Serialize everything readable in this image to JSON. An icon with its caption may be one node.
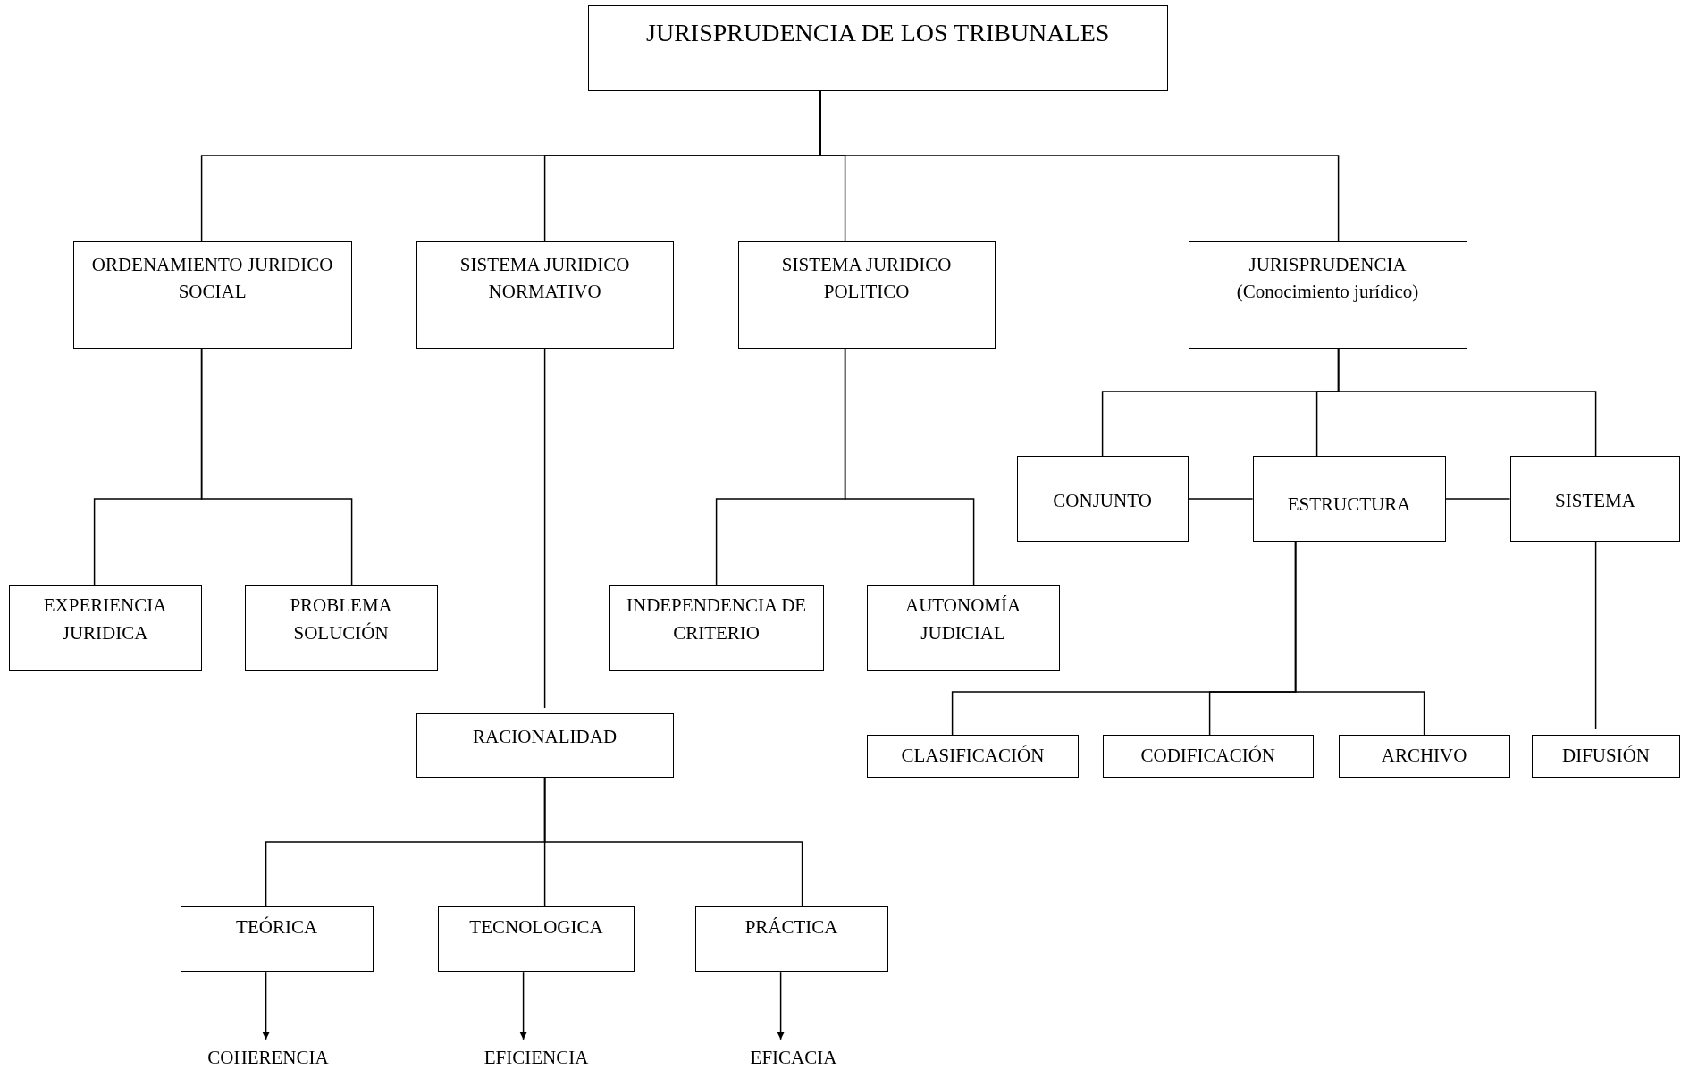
{
  "diagram": {
    "nodes": [
      {
        "text": [
          "JURISPRUDENCIA DE LOS TRIBUNALES"
        ]
      },
      {
        "text": [
          "ORDENAMIENTO JURIDICO SOCIAL"
        ]
      },
      {
        "text": [
          "SISTEMA JURIDICO NORMATIVO"
        ]
      },
      {
        "text": [
          "SISTEMA JURIDICO POLITICO"
        ]
      },
      {
        "text": [
          "JURISPRUDENCIA",
          "(Conocimiento jurídico)"
        ]
      },
      {
        "text": [
          "EXPERIENCIA JURIDICA"
        ]
      },
      {
        "text": [
          "PROBLEMA SOLUCIÓN"
        ]
      },
      {
        "text": [
          "INDEPENDENCIA DE CRITERIO"
        ]
      },
      {
        "text": [
          "AUTONOMÍA JUDICIAL"
        ]
      },
      {
        "text": [
          "RACIONALIDAD"
        ]
      },
      {
        "text": [
          "CONJUNTO"
        ]
      },
      {
        "text": [
          "ESTRUCTURA"
        ]
      },
      {
        "text": [
          "SISTEMA"
        ]
      },
      {
        "text": [
          "CLASIFICACIÓN"
        ]
      },
      {
        "text": [
          "CODIFICACIÓN"
        ]
      },
      {
        "text": [
          "ARCHIVO"
        ]
      },
      {
        "text": [
          "DIFUSIÓN"
        ]
      },
      {
        "text": [
          "TEÓRICA"
        ]
      },
      {
        "text": [
          "TECNOLOGICA"
        ]
      },
      {
        "text": [
          "PRÁCTICA"
        ]
      },
      {
        "text": [
          "COHERENCIA"
        ]
      },
      {
        "text": [
          "EFICIENCIA"
        ]
      },
      {
        "text": [
          "EFICACIA"
        ]
      }
    ],
    "edges": [
      {
        "from": 0,
        "to": 1,
        "arrow": "none"
      },
      {
        "from": 0,
        "to": 2,
        "arrow": "none"
      },
      {
        "from": 0,
        "to": 3,
        "arrow": "none"
      },
      {
        "from": 0,
        "to": 4,
        "arrow": "none"
      },
      {
        "from": 1,
        "to": 5,
        "arrow": "none"
      },
      {
        "from": 1,
        "to": 6,
        "arrow": "none"
      },
      {
        "from": 2,
        "to": 9,
        "arrow": "none"
      },
      {
        "from": 3,
        "to": 7,
        "arrow": "none"
      },
      {
        "from": 3,
        "to": 8,
        "arrow": "none"
      },
      {
        "from": 4,
        "to": 10,
        "arrow": "none"
      },
      {
        "from": 4,
        "to": 11,
        "arrow": "none"
      },
      {
        "from": 4,
        "to": 12,
        "arrow": "none"
      },
      {
        "from": 10,
        "to": 11,
        "arrow": "none"
      },
      {
        "from": 11,
        "to": 12,
        "arrow": "none"
      },
      {
        "from": 11,
        "to": 13,
        "arrow": "none"
      },
      {
        "from": 11,
        "to": 14,
        "arrow": "none"
      },
      {
        "from": 11,
        "to": 15,
        "arrow": "none"
      },
      {
        "from": 12,
        "to": 16,
        "arrow": "none"
      },
      {
        "from": 9,
        "to": 17,
        "arrow": "none"
      },
      {
        "from": 9,
        "to": 18,
        "arrow": "none"
      },
      {
        "from": 9,
        "to": 19,
        "arrow": "none"
      },
      {
        "from": 17,
        "to": 20,
        "arrow": "to"
      },
      {
        "from": 18,
        "to": 21,
        "arrow": "to"
      },
      {
        "from": 19,
        "to": 22,
        "arrow": "to"
      }
    ]
  }
}
